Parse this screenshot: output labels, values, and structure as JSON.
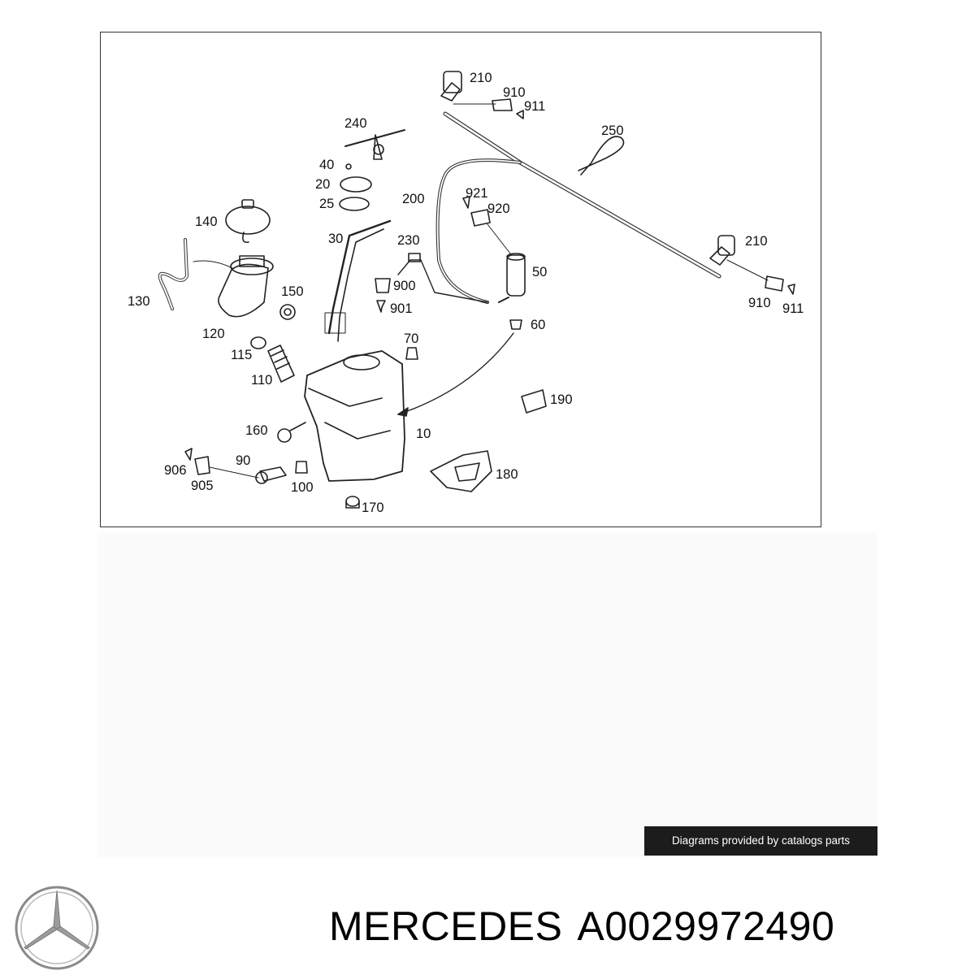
{
  "diagram": {
    "labels": [
      {
        "id": "210a",
        "text": "210"
      },
      {
        "id": "910a",
        "text": "910"
      },
      {
        "id": "911a",
        "text": "911"
      },
      {
        "id": "240",
        "text": "240"
      },
      {
        "id": "250",
        "text": "250"
      },
      {
        "id": "40",
        "text": "40"
      },
      {
        "id": "20",
        "text": "20"
      },
      {
        "id": "25",
        "text": "25"
      },
      {
        "id": "200",
        "text": "200"
      },
      {
        "id": "921",
        "text": "921"
      },
      {
        "id": "920",
        "text": "920"
      },
      {
        "id": "210b",
        "text": "210"
      },
      {
        "id": "140",
        "text": "140"
      },
      {
        "id": "30",
        "text": "30"
      },
      {
        "id": "230",
        "text": "230"
      },
      {
        "id": "50",
        "text": "50"
      },
      {
        "id": "900",
        "text": "900"
      },
      {
        "id": "910b",
        "text": "910"
      },
      {
        "id": "911b",
        "text": "911"
      },
      {
        "id": "130",
        "text": "130"
      },
      {
        "id": "150",
        "text": "150"
      },
      {
        "id": "901",
        "text": "901"
      },
      {
        "id": "60",
        "text": "60"
      },
      {
        "id": "120",
        "text": "120"
      },
      {
        "id": "70",
        "text": "70"
      },
      {
        "id": "115",
        "text": "115"
      },
      {
        "id": "110",
        "text": "110"
      },
      {
        "id": "190",
        "text": "190"
      },
      {
        "id": "160",
        "text": "160"
      },
      {
        "id": "10",
        "text": "10"
      },
      {
        "id": "90",
        "text": "90"
      },
      {
        "id": "906",
        "text": "906"
      },
      {
        "id": "905",
        "text": "905"
      },
      {
        "id": "100",
        "text": "100"
      },
      {
        "id": "180",
        "text": "180"
      },
      {
        "id": "170",
        "text": "170"
      }
    ]
  },
  "banner": {
    "text": "Diagrams provided by catalogs parts"
  },
  "brand": {
    "name": "MERCEDES",
    "part_number": "A0029972490"
  },
  "logo": {
    "icon": "mercedes-star-icon",
    "color": "#8a8a8a"
  }
}
